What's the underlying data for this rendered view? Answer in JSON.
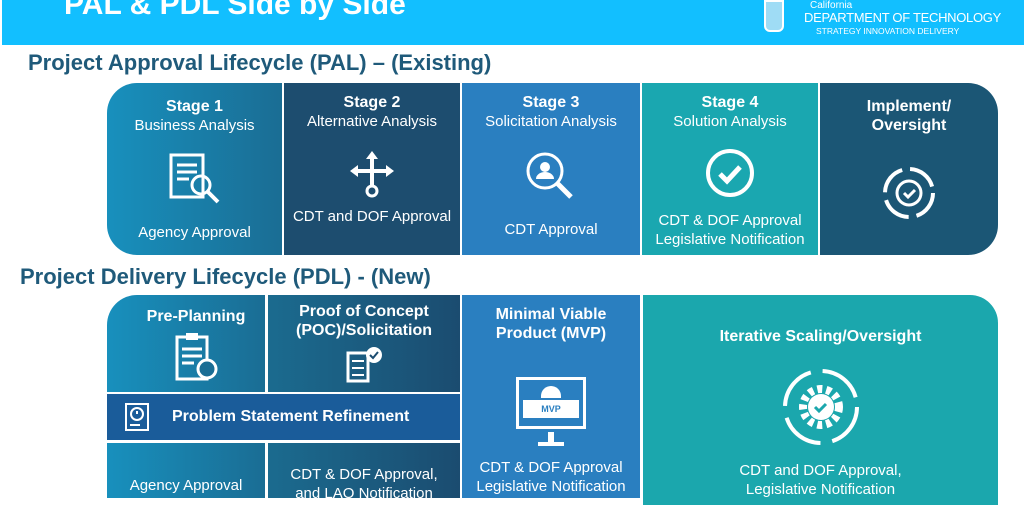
{
  "header": {
    "title": "PAL & PDL Side by Side",
    "logo": {
      "line1": "California",
      "line2": "DEPARTMENT OF TECHNOLOGY",
      "line3": "STRATEGY INNOVATION DELIVERY"
    }
  },
  "pal": {
    "heading": "Project Approval Lifecycle (PAL) – (Existing)",
    "stages": [
      {
        "title": "Stage 1",
        "subtitle": "Business Analysis",
        "approval": "Agency Approval",
        "icon": "document-search-icon"
      },
      {
        "title": "Stage 2",
        "subtitle": "Alternative Analysis",
        "approval": "CDT and DOF Approval",
        "icon": "arrows-split-icon"
      },
      {
        "title": "Stage 3",
        "subtitle": "Solicitation Analysis",
        "approval": "CDT Approval",
        "icon": "user-search-icon"
      },
      {
        "title": "Stage 4",
        "subtitle": "Solution Analysis",
        "approval": "CDT & DOF Approval Legislative Notification",
        "icon": "check-circle-icon"
      },
      {
        "title": "Implement/ Oversight",
        "subtitle": "",
        "approval": "",
        "icon": "target-cycle-icon"
      }
    ]
  },
  "pdl": {
    "heading": "Project Delivery Lifecycle (PDL) - (New)",
    "preplanning": {
      "title": "Pre-Planning",
      "approval": "Agency Approval"
    },
    "poc": {
      "title": "Proof of Concept (POC)/Solicitation",
      "approval": "CDT & DOF Approval, and LAO Notification"
    },
    "problem": {
      "title": "Problem Statement Refinement"
    },
    "mvp": {
      "title": "Minimal Viable Product (MVP)",
      "badge": "MVP",
      "approval": "CDT & DOF Approval Legislative Notification"
    },
    "iterative": {
      "title": "Iterative Scaling/Oversight",
      "approval": "CDT and DOF Approval, Legislative Notification"
    }
  }
}
